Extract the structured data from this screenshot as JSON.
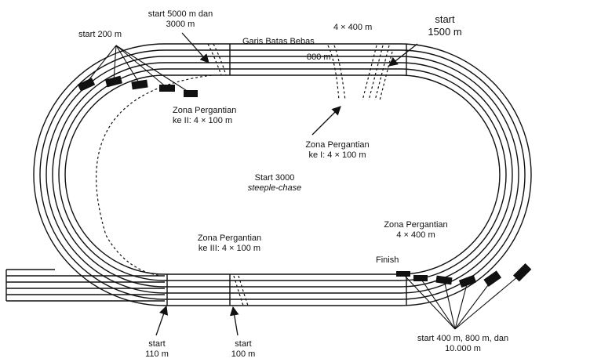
{
  "labels": {
    "start_200": "start 200 m",
    "start_5000_line1": "start 5000 m dan",
    "start_5000_line2": "3000 m",
    "relay_4x400": "4 × 400 m",
    "start_1500_line1": "start",
    "start_1500_line2": "1500 m",
    "garis_batas": "Garis Batas Bebas",
    "m800": "800 m",
    "zona2_line1": "Zona Pergantian",
    "zona2_line2": "ke II: 4 × 100 m",
    "zona1_line1": "Zona Pergantian",
    "zona1_line2": "ke I: 4 × 100 m",
    "start3000_line1": "Start 3000",
    "start3000_line2": "steeple-chase",
    "zona400_line1": "Zona Pergantian",
    "zona400_line2": "4 × 400 m",
    "zona3_line1": "Zona Pergantian",
    "zona3_line2": "ke III: 4 × 100 m",
    "finish": "Finish",
    "start110_line1": "start",
    "start110_line2": "110 m",
    "start100_line1": "start",
    "start100_line2": "100 m",
    "start400_line1": "start 400 m, 800 m, dan",
    "start400_line2": "10.000 m"
  },
  "colors": {
    "line": "#111111",
    "background": "#ffffff"
  }
}
